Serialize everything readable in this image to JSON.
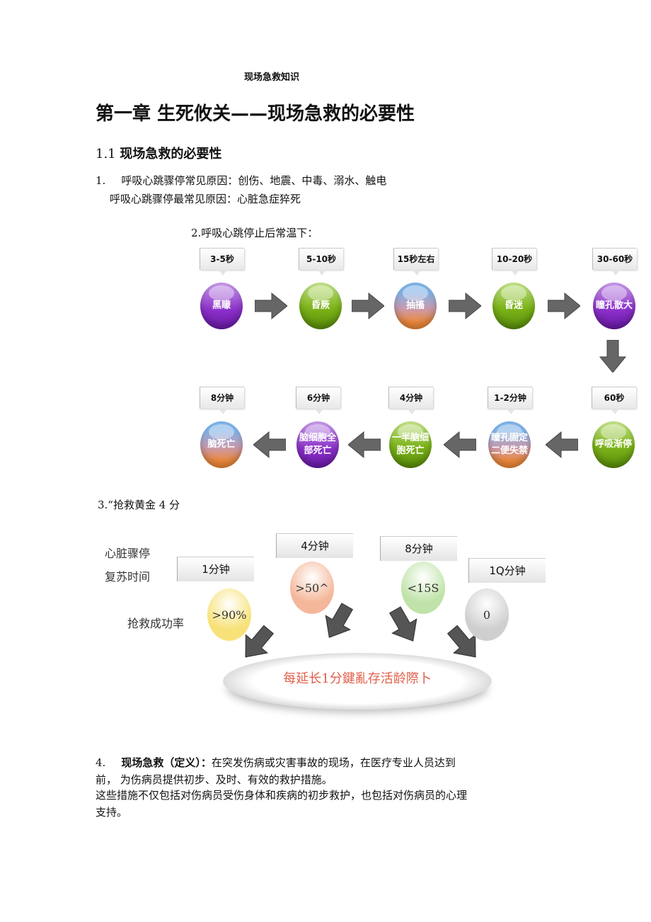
{
  "header": "现场急救知识",
  "chapter_title": "第一章 生死攸关——现场急救的必要性",
  "section": {
    "number": "1.1",
    "title": "现场急救的必要性"
  },
  "item1": {
    "number": "1.",
    "line1": "呼吸心跳骤停常见原因：创伤、地震、中毒、溺水、触电",
    "line2": "呼吸心跳骤停最常见原因：心脏急症猝死"
  },
  "item2_title": "2.呼吸心跳停止后常温下：",
  "flow_row1": [
    {
      "time": "3-5秒",
      "state": "黑矇",
      "color": "purple"
    },
    {
      "time": "5-10秒",
      "state": "昏厥",
      "color": "green"
    },
    {
      "time": "15秒左右",
      "state": "抽搐",
      "color": "blue-orange"
    },
    {
      "time": "10-20秒",
      "state": "昏迷",
      "color": "green"
    },
    {
      "time": "30-60秒",
      "state": "瞳孔散大",
      "color": "purple"
    }
  ],
  "flow_row2": [
    {
      "time": "8分钟",
      "state": "脑死亡",
      "color": "blue-orange"
    },
    {
      "time": "6分钟",
      "state": "脑细胞全部死亡",
      "color": "purple"
    },
    {
      "time": "4分钟",
      "state": "一半脑细胞死亡",
      "color": "green"
    },
    {
      "time": "1-2分钟",
      "state": "瞳孔固定二便失禁",
      "color": "blue-orange"
    },
    {
      "time": "60秒",
      "state": "呼吸渐停",
      "color": "green"
    }
  ],
  "item3_title": "3.“抢救黄金 4 分",
  "golden": {
    "row_label1": "心脏骤停",
    "row_label2": "复苏时间",
    "rate_label": "抢救成功率",
    "items": [
      {
        "time": "1分钟",
        "rate": ">90%",
        "color": "#f7e27a"
      },
      {
        "time": "4分钟",
        "rate": ">50^",
        "color": "#f5b79a"
      },
      {
        "time": "8分钟",
        "rate": "<15S",
        "color": "#bfe3a8"
      },
      {
        "time": "1Q分钟",
        "rate": "0",
        "color": "#cfcfcf"
      }
    ],
    "plate_text": "每延长1分鍵亂存活龄際卜"
  },
  "item4": {
    "number": "4.",
    "term": "现场急救（定义）：",
    "line1": "在突发伤病或灾害事故的现场，在医疗专业人员达到",
    "line2": "前， 为伤病员提供初步、及时、有效的救护措施。",
    "line3": "这些措施不仅包括对伤病员受伤身体和疾病的初步救护，也包括对伤病员的心理",
    "line4": "支持。"
  }
}
